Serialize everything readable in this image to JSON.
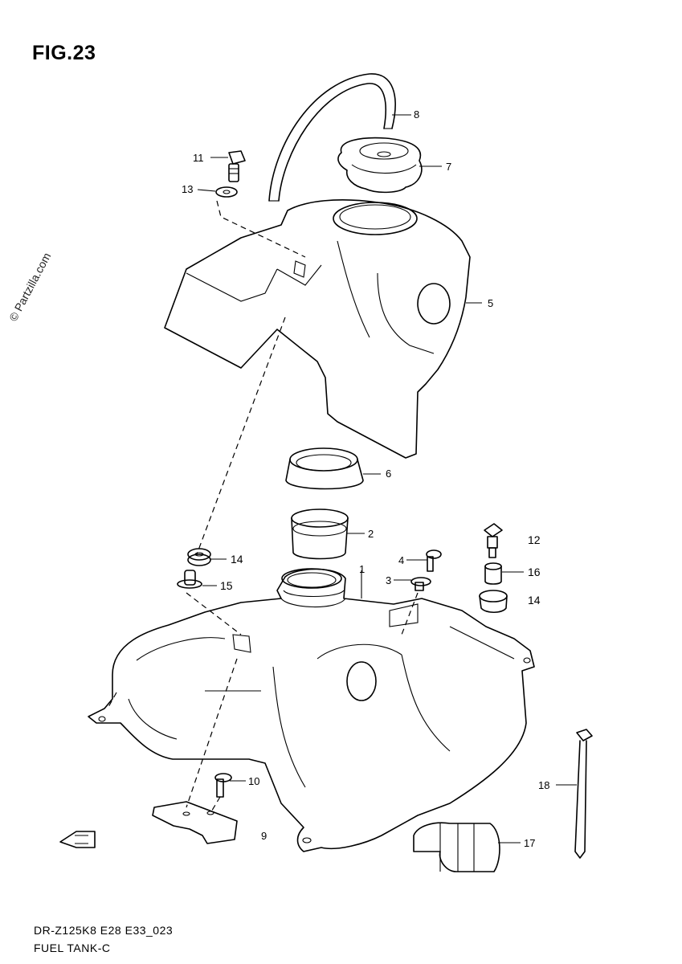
{
  "figure": {
    "title": "FIG.23",
    "watermark": "© Partzilla.com",
    "model_code": "DR-Z125K8 E28 E33_023",
    "assembly_name": "FUEL TANK-C"
  },
  "callouts": {
    "c1": "1",
    "c2": "2",
    "c3": "3",
    "c4": "4",
    "c5": "5",
    "c6": "6",
    "c7": "7",
    "c8": "8",
    "c9": "9",
    "c10": "10",
    "c11": "11",
    "c12": "12",
    "c13": "13",
    "c14a": "14",
    "c14b": "14",
    "c15": "15",
    "c16": "16",
    "c17": "17",
    "c18": "18"
  },
  "icons": {
    "front_arrow": "front-arrow-icon"
  }
}
